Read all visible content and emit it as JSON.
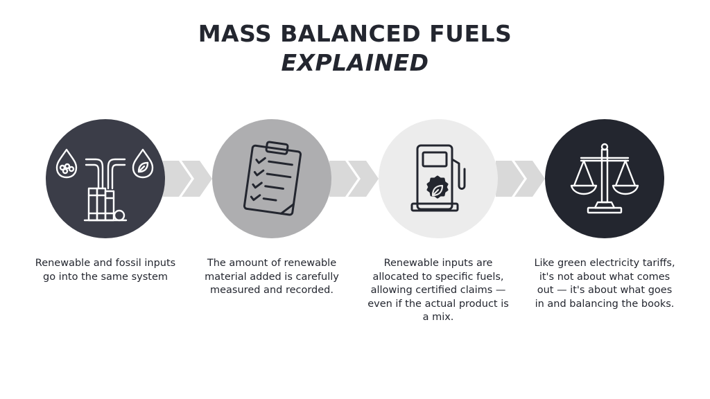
{
  "title": {
    "line1": "MASS BALANCED FUELS",
    "line2": "EXPLAINED"
  },
  "colors": {
    "arrow": "#d9d9d9",
    "step1": "#3b3d48",
    "step2": "#aeaeb0",
    "step3": "#ececec",
    "step4": "#23262f",
    "text": "#23262f"
  },
  "steps": [
    {
      "icon": "oil-and-leaf-pipeline-icon",
      "caption": "Renewable and fossil inputs go into the same system"
    },
    {
      "icon": "clipboard-checklist-icon",
      "caption": "The amount of renewable material added is carefully measured and recorded."
    },
    {
      "icon": "fuel-pump-leaf-icon",
      "caption": "Renewable inputs are allocated to specific fuels, allowing certified claims — even if the actual product is a mix."
    },
    {
      "icon": "balance-scale-icon",
      "caption": "Like green electricity tariffs, it's not about what comes out — it's about what goes in and balancing the books."
    }
  ]
}
